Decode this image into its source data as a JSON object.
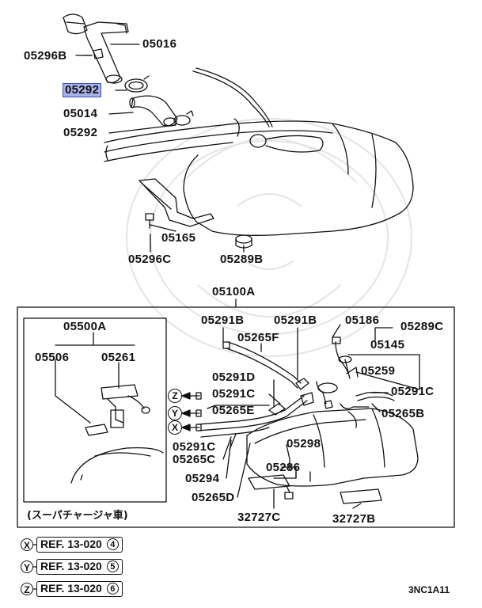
{
  "upper_labels": {
    "p05016": "05016",
    "p05296B": "05296B",
    "p05292_highlight": "05292",
    "p05014": "05014",
    "p05292": "05292",
    "p05165": "05165",
    "p05296C": "05296C",
    "p05289B": "05289B"
  },
  "assembly": {
    "title": "05100A",
    "labels": {
      "p05291B_left": "05291B",
      "p05291B_right": "05291B",
      "p05186": "05186",
      "p05289C": "05289C",
      "p05265F": "05265F",
      "p05145": "05145",
      "p05259": "05259",
      "p05291D": "05291D",
      "p05291C_mid": "05291C",
      "p05291C_right": "05291C",
      "p05265E": "05265E",
      "p05265B": "05265B",
      "p05298": "05298",
      "p05291C_low": "05291C",
      "p05265C": "05265C",
      "p05286": "05286",
      "p05294": "05294",
      "p05265D": "05265D",
      "p32727C": "32727C",
      "p32727B": "32727B"
    },
    "connectors": [
      "Z",
      "Y",
      "X"
    ]
  },
  "inset": {
    "title": "05500A",
    "p05506": "05506",
    "p05261": "05261",
    "caption": "(スーパチャージャ車)"
  },
  "references": [
    {
      "letter": "X",
      "text": "REF. 13-020",
      "num": "4"
    },
    {
      "letter": "Y",
      "text": "REF. 13-020",
      "num": "5"
    },
    {
      "letter": "Z",
      "text": "REF. 13-020",
      "num": "6"
    }
  ],
  "diagram_code": "3NC1A11",
  "colors": {
    "highlight": "#a8b2e8",
    "line": "#111111",
    "watermark": "#e6e6e6"
  }
}
